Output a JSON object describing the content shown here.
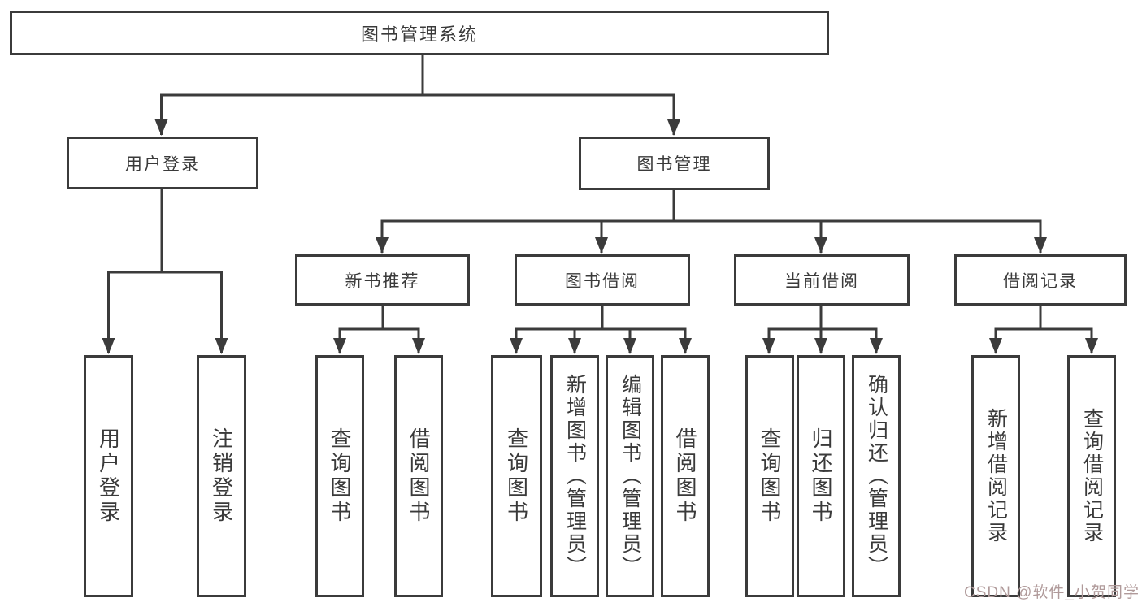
{
  "diagram": {
    "root": {
      "label": "图书管理系统"
    },
    "user": {
      "label": "用户登录",
      "children": [
        {
          "label": "用户登录"
        },
        {
          "label": "注销登录"
        }
      ]
    },
    "book": {
      "label": "图书管理",
      "sections": [
        {
          "label": "新书推荐",
          "children": [
            {
              "label": "查询图书"
            },
            {
              "label": "借阅图书"
            }
          ]
        },
        {
          "label": "图书借阅",
          "children": [
            {
              "label": "查询图书"
            },
            {
              "label": "新增图书（管理员）"
            },
            {
              "label": "编辑图书（管理员）"
            },
            {
              "label": "借阅图书"
            }
          ]
        },
        {
          "label": "当前借阅",
          "children": [
            {
              "label": "查询图书"
            },
            {
              "label": "归还图书"
            },
            {
              "label": "确认归还（管理员）"
            }
          ]
        },
        {
          "label": "借阅记录",
          "children": [
            {
              "label": "新增借阅记录"
            },
            {
              "label": "查询借阅记录"
            }
          ]
        }
      ]
    },
    "watermark": "CSDN @软件_小贺同学",
    "colors": {
      "line": "#3b3b3b",
      "text": "#3a3a3a",
      "watermark": "#b09a9a",
      "background": "#ffffff"
    }
  }
}
